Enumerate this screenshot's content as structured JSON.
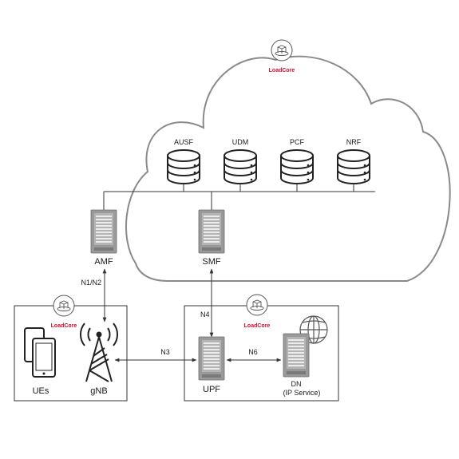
{
  "brand": {
    "name": "LoadCore",
    "color": "#c8102e"
  },
  "colors": {
    "outline": "#8a8a8a",
    "line": "#333333",
    "server_fill": "#9a9a9a"
  },
  "core": {
    "databases": [
      {
        "label": "AUSF",
        "icon": "database-icon"
      },
      {
        "label": "UDM",
        "icon": "database-icon"
      },
      {
        "label": "PCF",
        "icon": "database-icon"
      },
      {
        "label": "NRF",
        "icon": "database-icon"
      }
    ],
    "amf": {
      "label": "AMF",
      "icon": "server-icon"
    },
    "smf": {
      "label": "SMF",
      "icon": "server-icon"
    }
  },
  "access": {
    "ues": {
      "label": "UEs",
      "icon": "mobile-devices-icon"
    },
    "gnb": {
      "label": "gNB",
      "icon": "antenna-tower-icon"
    }
  },
  "user_plane": {
    "upf": {
      "label": "UPF",
      "icon": "server-icon"
    },
    "dn": {
      "label": "DN",
      "sublabel": "(IP Service)",
      "icon": "server-icon"
    },
    "globe": {
      "icon": "globe-icon"
    }
  },
  "interfaces": {
    "n1n2": "N1/N2",
    "n3": "N3",
    "n4": "N4",
    "n6": "N6"
  }
}
